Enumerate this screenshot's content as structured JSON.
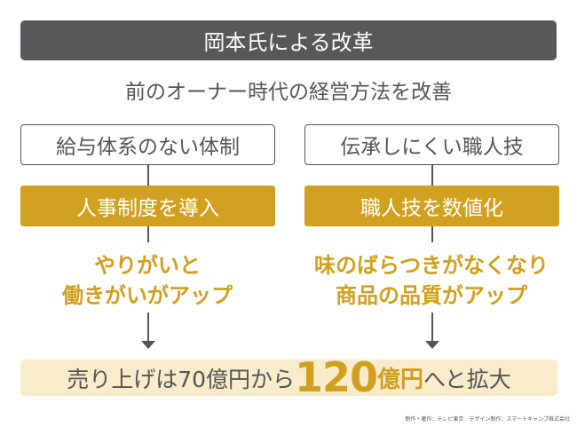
{
  "header": {
    "title": "岡本氏による改革"
  },
  "subtitle": "前のオーナー時代の経営方法を改善",
  "left": {
    "problem": "給与体系のない体制",
    "action": "人事制度を導入",
    "result_lines": [
      "やりがいと",
      "働きがいがアップ"
    ]
  },
  "right": {
    "problem": "伝承しにくい職人技",
    "action": "職人技を数値化",
    "result_lines": [
      "味のばらつきがなくなり",
      "商品の品質がアップ"
    ]
  },
  "summary": {
    "prefix": "売り上げは70億円から",
    "highlight_number": "120",
    "highlight_unit": "億円",
    "suffix": "へと拡大"
  },
  "footer": {
    "credit": "制作・著作：テレビ東京　デザイン制作：スマートキャンプ株式会社"
  },
  "colors": {
    "accent": "#d1a021",
    "header_bg": "#58585a",
    "band_bg": "#f8eccb"
  }
}
